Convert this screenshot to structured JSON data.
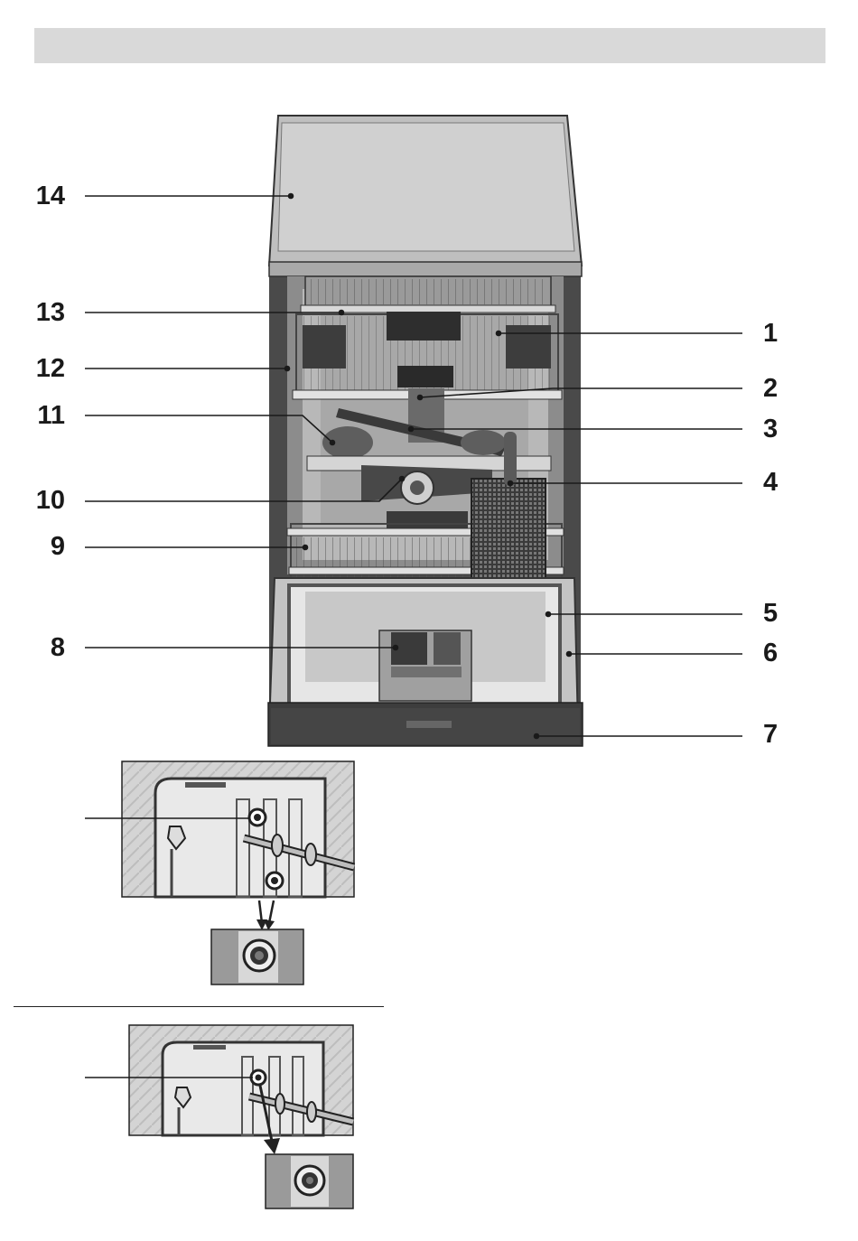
{
  "callouts": {
    "n1": "1",
    "n2": "2",
    "n3": "3",
    "n4": "4",
    "n5": "5",
    "n6": "6",
    "n7": "7",
    "n8": "8",
    "n9": "9",
    "n10": "10",
    "n11": "11",
    "n12": "12",
    "n13": "13",
    "n14": "14"
  }
}
